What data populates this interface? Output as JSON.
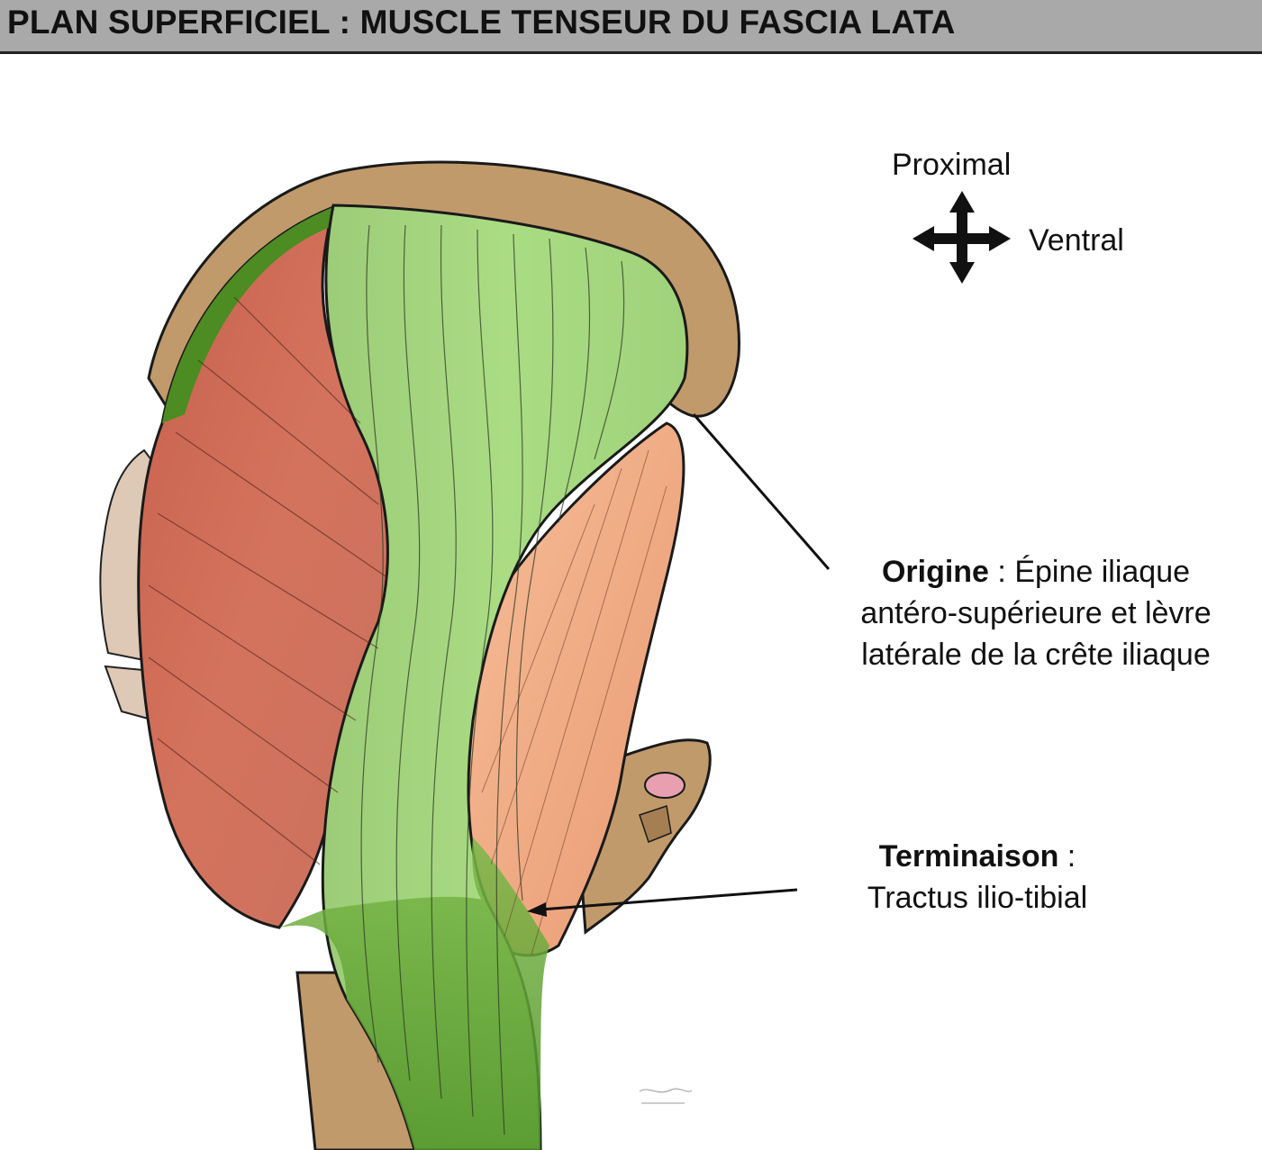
{
  "title": "PLAN SUPERFICIEL : MUSCLE TENSEUR DU FASCIA LATA",
  "orientation": {
    "proximal": "Proximal",
    "ventral": "Ventral"
  },
  "origin": {
    "term": "Origine",
    "line1": " : Épine iliaque",
    "line2": "antéro-supérieure et lèvre",
    "line3": "latérale de la crête iliaque"
  },
  "insertion": {
    "term": "Terminaison",
    "suffix": " :",
    "line2": "Tractus ilio-tibial"
  },
  "colors": {
    "bone": "#c19a6b",
    "bone_dark": "#a57f52",
    "gluteus": "#cf6b55",
    "tensor_fascia_lata": "#a6d67f",
    "tendon_green": "#5a9a2a",
    "fascia_dark_green": "#4c8c22",
    "deep_muscle": "#f0aa82",
    "outline": "#1a1a1a"
  }
}
